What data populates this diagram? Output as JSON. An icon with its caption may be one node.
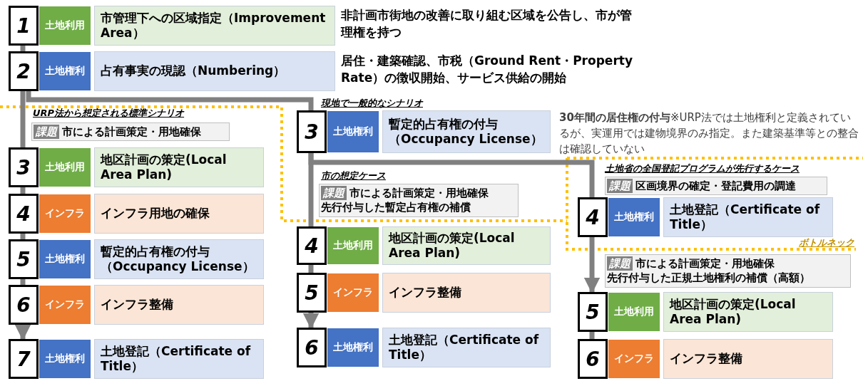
{
  "diagram": {
    "nodes": [
      {
        "text": [
          "1",
          "土地利用",
          "市管理下への区域指定（Improvement Area）"
        ],
        "beside": [
          "非計画市街地の改善に取り組む区域を公告し、市が管理権を持つ"
        ]
      },
      {
        "text": [
          "2",
          "土地権利",
          "占有事実の現認（Numbering）"
        ],
        "beside": [
          "居住・建築確認、市税（Ground Rent・Property Rate）の徴収開始、サービス供給の開始"
        ]
      },
      {
        "text": [
          "課題",
          "市による計画策定・用地確保"
        ]
      },
      {
        "text": [
          "3",
          "土地利用",
          "地区計画の策定(Local Area Plan)"
        ]
      },
      {
        "text": [
          "4",
          "インフラ",
          "インフラ用地の確保"
        ]
      },
      {
        "text": [
          "5",
          "土地権利",
          "暫定的占有権の付与（Occupancy License）"
        ]
      },
      {
        "text": [
          "6",
          "インフラ",
          "インフラ整備"
        ]
      },
      {
        "text": [
          "7",
          "土地権利",
          "土地登記（Certificate of Title）"
        ]
      },
      {
        "text": [
          "3",
          "土地権利",
          "暫定的占有権の付与（Occupancy License）"
        ],
        "beside": [
          "**30年間の居住権の付与**※URP法では土地権利と定義されているが、実運用では建物境界のみ指定。また建築基準等との整合は確認していない"
        ]
      },
      {
        "text": [
          "課題",
          "市による計画策定・用地確保",
          "先行付与した暫定占有権の補償"
        ]
      },
      {
        "text": [
          "4",
          "土地利用",
          "地区計画の策定(Local Area Plan)"
        ]
      },
      {
        "text": [
          "5",
          "インフラ",
          "インフラ整備"
        ]
      },
      {
        "text": [
          "6",
          "土地権利",
          "土地登記（Certificate of Title）"
        ]
      },
      {
        "text": [
          "課題",
          "区画境界の確定・登記費用の調達"
        ]
      },
      {
        "text": [
          "4",
          "土地権利",
          "土地登記（Certificate of Title）"
        ]
      },
      {
        "text": [
          "課題",
          "市による計画策定・用地確保",
          "先行付与した正規土地権利の補償（高額）"
        ]
      },
      {
        "text": [
          "5",
          "土地利用",
          "地区計画の策定(Local Area Plan)"
        ]
      },
      {
        "text": [
          "6",
          "インフラ",
          "インフラ整備"
        ]
      }
    ],
    "edges": [
      {
        "from": 0,
        "to": 1,
        "arrow": "none"
      },
      {
        "from": 1,
        "to": 3,
        "arrow": "none"
      },
      {
        "from": 3,
        "to": 4,
        "arrow": "none"
      },
      {
        "from": 4,
        "to": 5,
        "arrow": "none"
      },
      {
        "from": 5,
        "to": 6,
        "arrow": "none"
      },
      {
        "from": 6,
        "to": 7,
        "arrow": "to"
      },
      {
        "from": 1,
        "to": 8,
        "arrow": "none"
      },
      {
        "from": 8,
        "to": 10,
        "arrow": "none"
      },
      {
        "from": 10,
        "to": 11,
        "arrow": "none"
      },
      {
        "from": 11,
        "to": 12,
        "arrow": "to"
      },
      {
        "from": 8,
        "to": 14,
        "arrow": "none"
      },
      {
        "from": 14,
        "to": 16,
        "arrow": "to"
      },
      {
        "from": 16,
        "to": 17,
        "arrow": "none"
      }
    ],
    "labels": [
      "URP法から想定される標準シナリオ",
      "現地で一般的なシナリオ",
      "市の想定ケース",
      "土地省の全国登記プログラムが先行するケース",
      "ボトルネック"
    ]
  }
}
